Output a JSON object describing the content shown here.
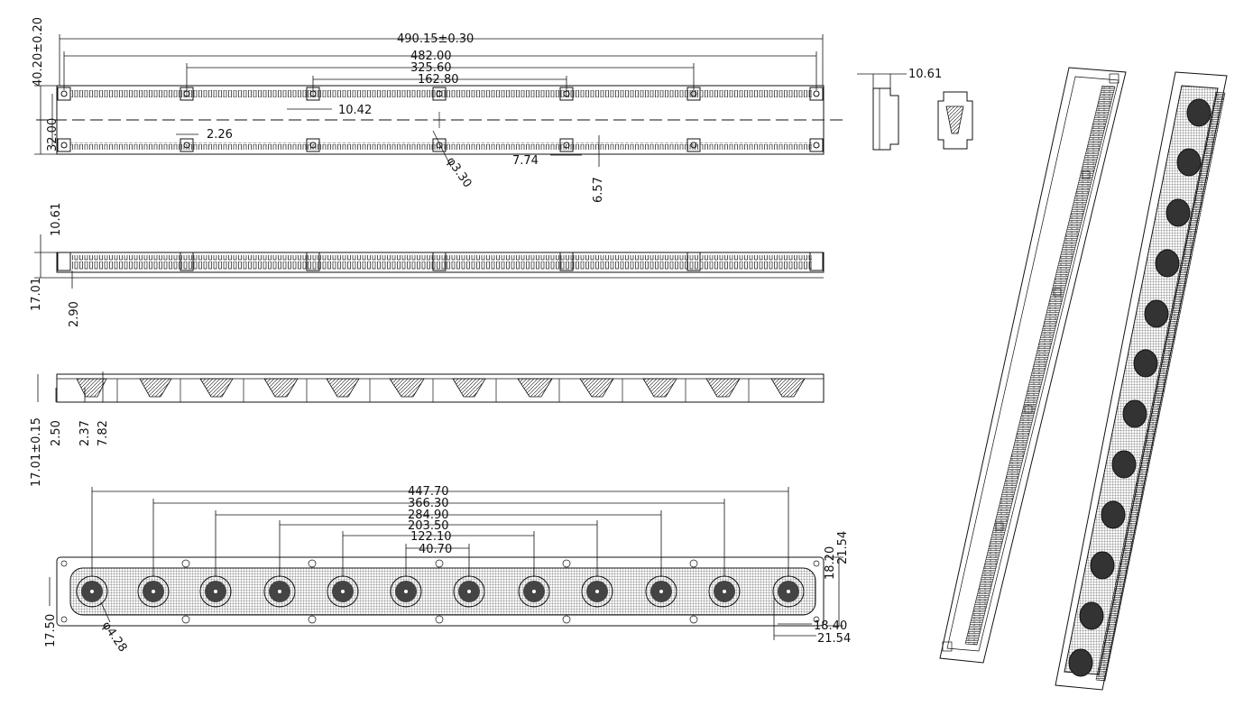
{
  "top_view": {
    "overall_length": "490.15±0.30",
    "hole_span": "482.00",
    "span_mid": "325.60",
    "span_inner": "162.80",
    "overall_width": "40.20±0.20",
    "hole_row_spacing": "32.00",
    "tab_width": "10.42",
    "tab_gap": "2.26",
    "hole_diameter": "φ3.30",
    "notch_width": "7.74",
    "notch_depth": "6.57"
  },
  "end_view": {
    "thickness": "10.61"
  },
  "side_view": {
    "top_thickness": "10.61",
    "height": "17.01",
    "fin_pitch": "2.90"
  },
  "section_view": {
    "height": "17.01±0.15",
    "base": "2.50",
    "lens_depth_a": "2.37",
    "lens_depth_b": "7.82"
  },
  "bottom_view": {
    "span_1": "447.70",
    "span_2": "366.30",
    "span_3": "284.90",
    "span_4": "203.50",
    "span_5": "122.10",
    "span_6": "40.70",
    "lens_width": "17.50",
    "lens_diameter": "φ4.28",
    "edge_offset_a": "18.20",
    "edge_offset_b": "21.54",
    "end_offset_a": "18.40",
    "end_offset_b": "21.54"
  }
}
